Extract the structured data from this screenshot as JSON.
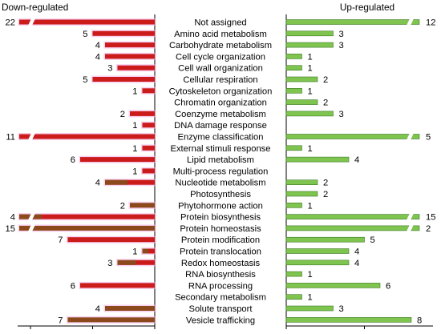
{
  "chart_data": {
    "type": "bar",
    "orientation": "horizontal",
    "layout": "butterfly",
    "left_panel_title": "Down-regulated",
    "right_panel_title": "Up-regulated",
    "categories": [
      "Not assigned",
      "Amino acid metabolism",
      "Carbohydrate metabolism",
      "Cell cycle organization",
      "Cell wall organization",
      "Cellular respiration",
      "Cytoskeleton organization",
      "Chromatin organization",
      "Coenzyme metabolism",
      "DNA damage response",
      "Enzyme classification",
      "External stimuli response",
      "Lipid metabolism",
      "Multi-process regulation",
      "Nucleotide metabolism",
      "Photosynthesis",
      "Phytohormone action",
      "Protein biosynthesis",
      "Protein homeostasis",
      "Protein modification",
      "Protein translocation",
      "Redox homeostasis",
      "RNA biosynthesis",
      "RNA processing",
      "Secondary metabolism",
      "Solute transport",
      "Vesicle trafficking"
    ],
    "series": [
      {
        "name": "Down-regulated",
        "values": [
          22,
          5,
          4,
          4,
          3,
          5,
          1,
          0,
          2,
          1,
          11,
          1,
          6,
          1,
          4,
          0,
          2,
          4,
          15,
          7,
          1,
          3,
          0,
          6,
          0,
          4,
          7
        ],
        "segments": [
          "red",
          "red",
          "red",
          "red",
          "red",
          "red",
          "red",
          "red",
          "red",
          "red",
          "red",
          "red",
          "red",
          "red",
          "mixed",
          "red",
          "brown",
          "mixed",
          "brown",
          "red",
          "mixed",
          "mixed",
          "red",
          "red",
          "red",
          "brown",
          "brown"
        ]
      },
      {
        "name": "Up-regulated",
        "values": [
          12,
          3,
          3,
          1,
          1,
          2,
          1,
          2,
          3,
          0,
          5,
          1,
          4,
          0,
          2,
          2,
          1,
          15,
          2,
          5,
          4,
          4,
          1,
          6,
          1,
          3,
          8
        ]
      }
    ],
    "broken_axis_categories": [
      "Not assigned",
      "Enzyme classification",
      "Protein biosynthesis",
      "Protein homeostasis"
    ],
    "colors": {
      "down": "#cc1b1b",
      "down_brown": "#8c4a1c",
      "up": "#7ec44f",
      "up_border": "#3d7a26",
      "glow": "#f2b8e6"
    },
    "grid": false,
    "legend": "none"
  }
}
